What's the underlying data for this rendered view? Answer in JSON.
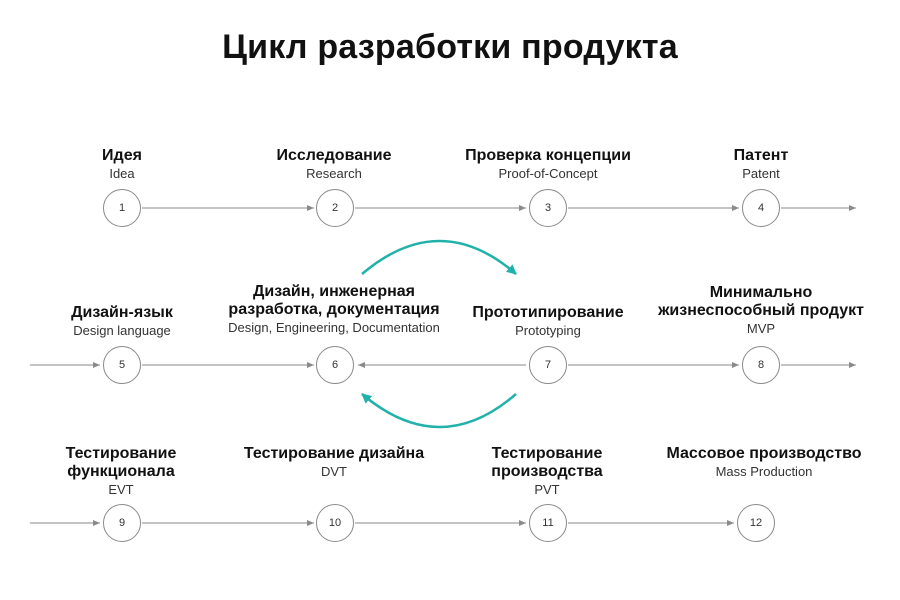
{
  "title": "Цикл разработки продукта",
  "colors": {
    "connector": "#8a8a8a",
    "cycle_arrow": "#20b2aa",
    "node_border": "#8a8a8a"
  },
  "steps": [
    {
      "num": "1",
      "ru": "Идея",
      "en": "Idea"
    },
    {
      "num": "2",
      "ru": "Исследование",
      "en": "Research"
    },
    {
      "num": "3",
      "ru": "Проверка концепции",
      "en": "Proof-of-Concept"
    },
    {
      "num": "4",
      "ru": "Патент",
      "en": "Patent"
    },
    {
      "num": "5",
      "ru": "Дизайн-язык",
      "en": "Design language"
    },
    {
      "num": "6",
      "ru": "Дизайн, инженерная разработка, документация",
      "en": "Design, Engineering, Documentation"
    },
    {
      "num": "7",
      "ru": "Прототипирование",
      "en": "Prototyping"
    },
    {
      "num": "8",
      "ru": "Минимально жизнеспособный продукт",
      "en": "MVP"
    },
    {
      "num": "9",
      "ru": "Тестирование функционала",
      "en": "EVT"
    },
    {
      "num": "10",
      "ru": "Тестирование дизайна",
      "en": "DVT"
    },
    {
      "num": "11",
      "ru": "Тестирование производства",
      "en": "PVT"
    },
    {
      "num": "12",
      "ru": "Массовое производство",
      "en": "Mass Production"
    }
  ]
}
